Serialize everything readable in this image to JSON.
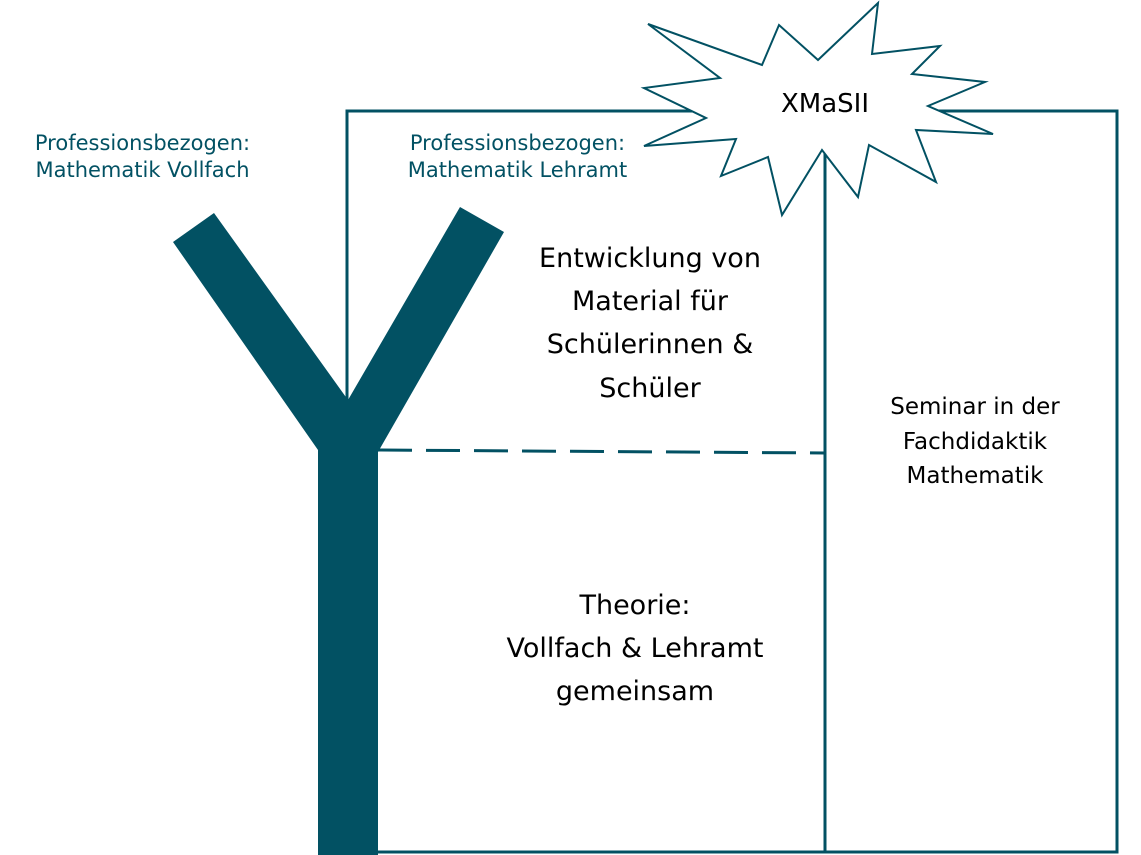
{
  "colors": {
    "accent": "#025163",
    "text": "#000000"
  },
  "labels": {
    "vollfach": [
      "Professionsbezogen:",
      "Mathematik Vollfach"
    ],
    "lehramt": [
      "Professionsbezogen:",
      "Mathematik Lehramt"
    ],
    "starburst": "XMaSII",
    "material": [
      "Entwicklung von",
      "Material für",
      "Schülerinnen &",
      "Schüler"
    ],
    "theorie": [
      "Theorie:",
      "Vollfach & Lehramt",
      "gemeinsam"
    ],
    "seminar": [
      "Seminar in der",
      "Fachdidaktik",
      "Mathematik"
    ]
  }
}
